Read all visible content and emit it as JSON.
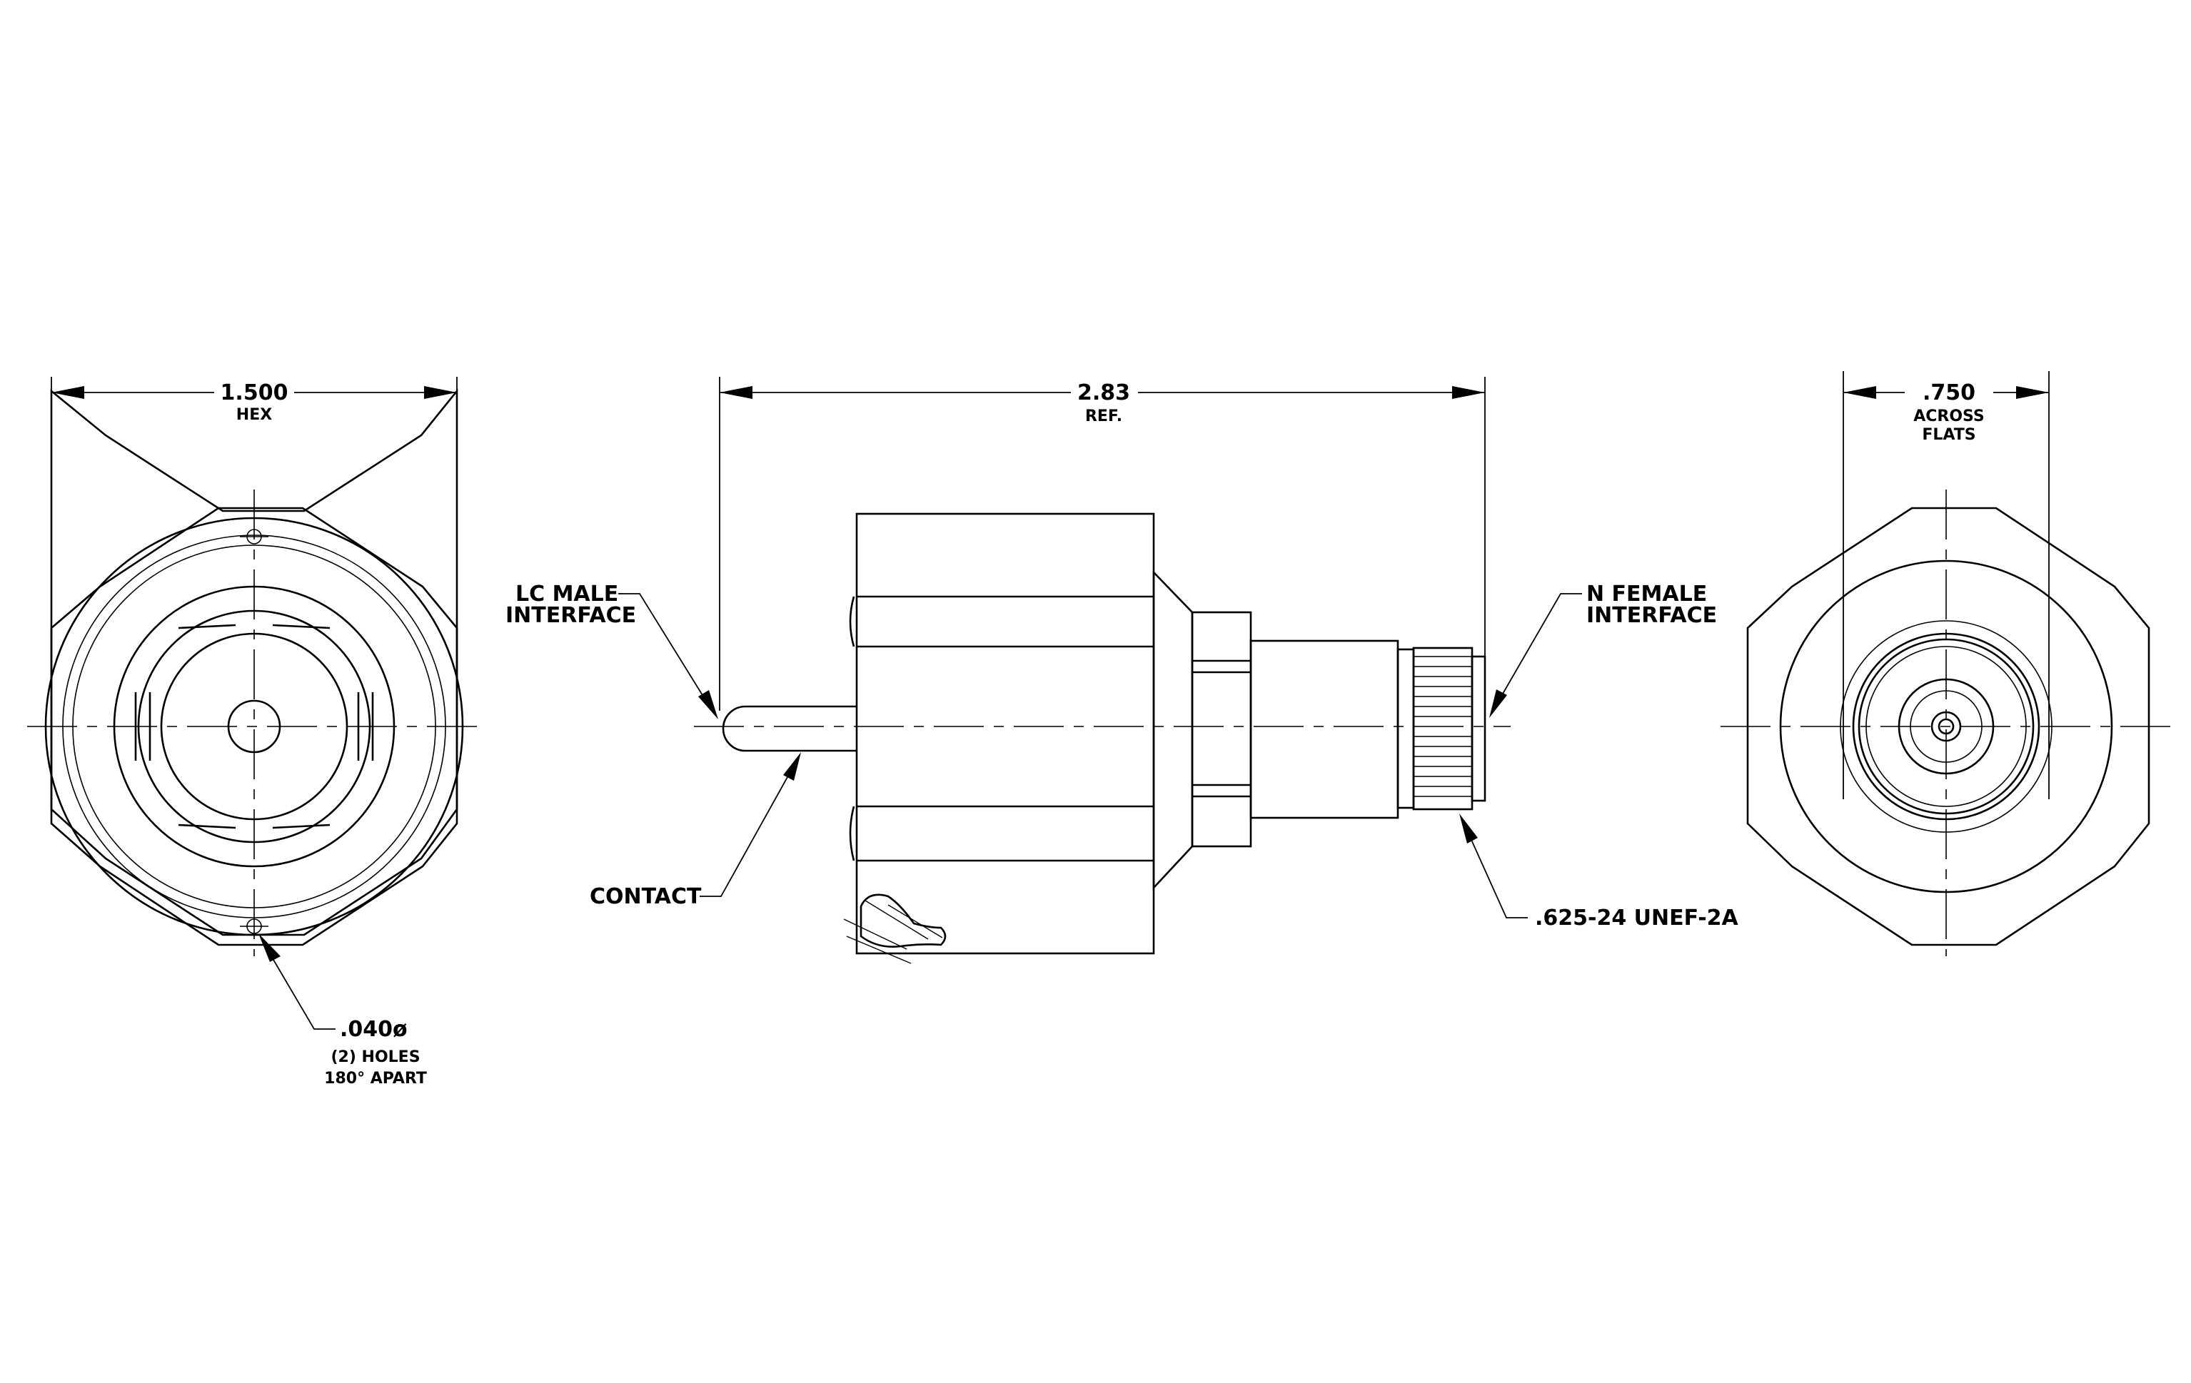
{
  "left_view": {
    "width_value": "1.500",
    "width_note": "HEX",
    "hole_value": ".040ø",
    "hole_note_1": "(2) HOLES",
    "hole_note_2": "180° APART"
  },
  "side_view": {
    "length_value": "2.83",
    "length_note": "REF.",
    "lc_label_1": "LC MALE",
    "lc_label_2": "INTERFACE",
    "contact_label": "CONTACT",
    "n_label_1": "N FEMALE",
    "n_label_2": "INTERFACE",
    "thread_label": ".625-24 UNEF-2A"
  },
  "right_view": {
    "flats_value": ".750",
    "flats_note_1": "ACROSS",
    "flats_note_2": "FLATS"
  }
}
